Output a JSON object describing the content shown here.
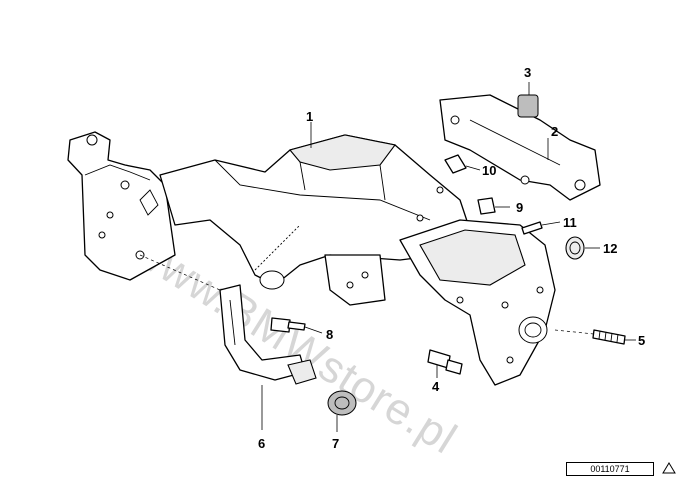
{
  "diagram": {
    "watermark": "www.BMWstore.pl",
    "part_code": "00110771",
    "callouts": [
      {
        "id": "c1",
        "label": "1"
      },
      {
        "id": "c2",
        "label": "2"
      },
      {
        "id": "c3",
        "label": "3"
      },
      {
        "id": "c4",
        "label": "4"
      },
      {
        "id": "c5",
        "label": "5"
      },
      {
        "id": "c6",
        "label": "6"
      },
      {
        "id": "c7",
        "label": "7"
      },
      {
        "id": "c8",
        "label": "8"
      },
      {
        "id": "c9",
        "label": "9"
      },
      {
        "id": "c10",
        "label": "10"
      },
      {
        "id": "c11",
        "label": "11"
      },
      {
        "id": "c12",
        "label": "12"
      }
    ]
  }
}
